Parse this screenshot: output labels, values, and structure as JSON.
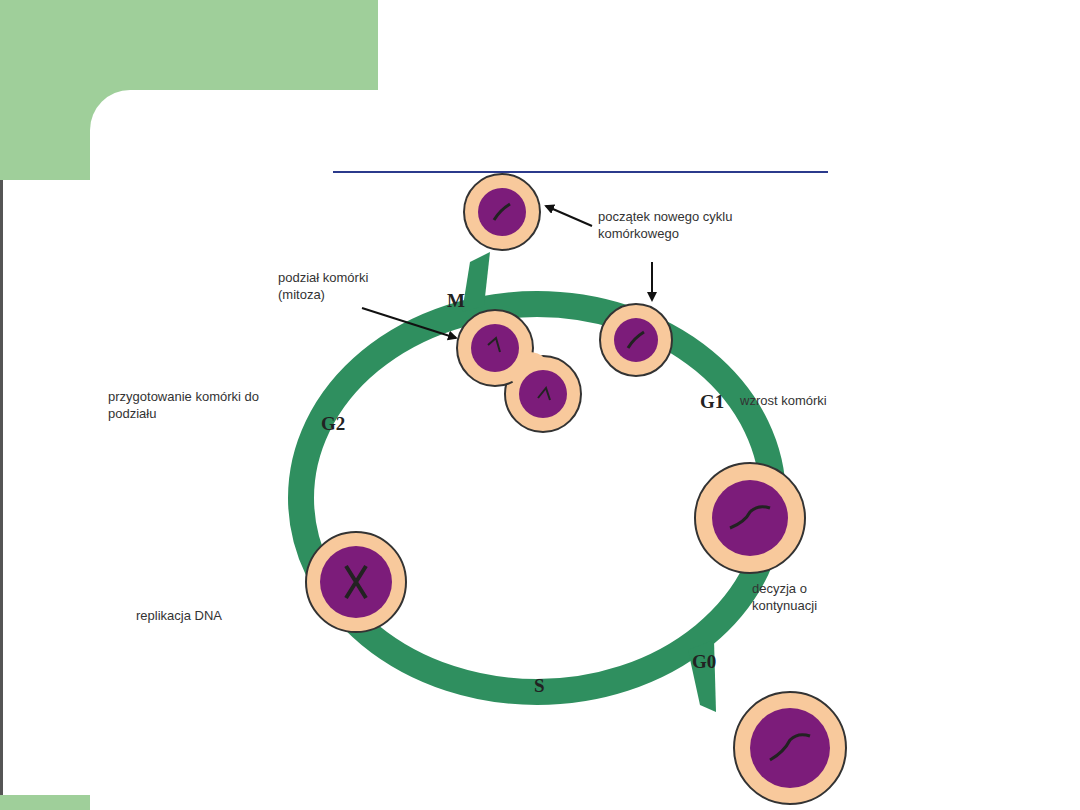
{
  "diagram": {
    "labels": [
      "początek nowego cyklu komórkowego",
      "podział komórki (mitoza)",
      "M",
      "przygotowanie komórki do podziału",
      "G2",
      "G1",
      "wzrost komórki",
      "replikacja DNA",
      "decyzja o kontynuacji",
      "S",
      "G0"
    ]
  }
}
